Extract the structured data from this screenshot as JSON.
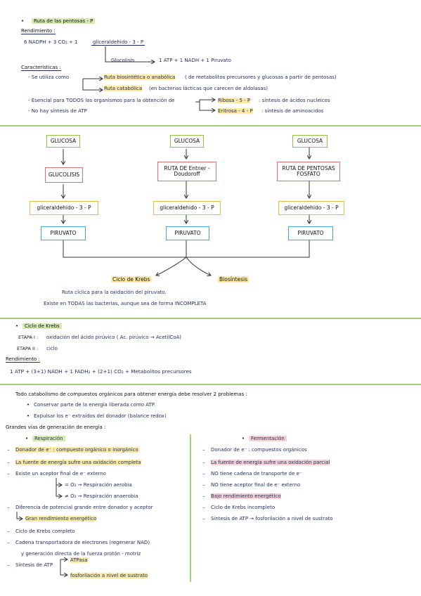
{
  "section1": {
    "title": "Ruta de las pentosas - P",
    "rendimiento_label": "Rendimiento :",
    "eq_left": "6 NADPH + 3 CO₂ + 1",
    "eq_box": "gliceraldehido - 3 - P",
    "glucolisis": "Glucolisis",
    "glucolisis_result": "1 ATP + 1 NADH + 1 Piruvato",
    "caracteristicas_label": "Características :",
    "se_utiliza": "- Se utiliza como",
    "ruta_bio_hl": "Ruta biosintética o anabólica",
    "ruta_bio_rest": "( de metabolitos precursores y glucosas a partir de pentosas)",
    "ruta_cat_hl": "Ruta catabólica",
    "ruta_cat_rest": "(en bacterias lácticas que carecen de aldolasas)",
    "esencial": "- Esencial para TODOS los organismos para la obtención de",
    "ribosa_hl": "Ribosa - 5 - P",
    "ribosa_rest": ": síntesis de ácidos nucleicos",
    "eritrosa_hl": "Eritrosa - 4 - P",
    "eritrosa_rest": ": síntesis de aminoacidos",
    "no_hay": "- No hay síntesis de ATP"
  },
  "diagram": {
    "columns": [
      {
        "start": "GLUCOSA",
        "route": "GLUCOLISIS",
        "mid": "gliceraldehido - 3 - P",
        "end": "PIRUVATO"
      },
      {
        "start": "GLUCOSA",
        "route": "RUTA DE Entner - Doudoroff",
        "mid": "gliceraldehido - 3 - P",
        "end": "PIRUVATO"
      },
      {
        "start": "GLUCOSA",
        "route": "RUTA DE PENTOSAS FOSFATO",
        "mid": "gliceraldehido - 3 - P",
        "end": "PIRUVATO"
      }
    ],
    "krebs": "Ciclo de Krebs",
    "biosintesis": "Biosíntesis",
    "note1": "Ruta cíclica para la oxidación del piruvato.",
    "note2": "Existe en TODAS las bacterias, aunque sea de forma INCOMPLETA"
  },
  "section2": {
    "title": "Ciclo de Krebs",
    "etapa1_label": "ETAPA I :",
    "etapa1_text": "oxidación del ácido pirúvico ( Ac. pirúvico → AcetilCoA)",
    "etapa2_label": "ETAPA II :",
    "etapa2_text": "ciclo",
    "rendimiento_label": "Rendimiento :",
    "rendimiento_eq": "1 ATP + (3+1) NADH + 1 FADH₂ + (2+1) CO₂ + Metabolitos precursores"
  },
  "section3": {
    "intro": "Todo catabolismo de compuestos orgánicos para obtener energía debe resolver 2 problemas :",
    "bullet1": "Conservar parte de la energía liberada como ATP.",
    "bullet2": "Expulsar los e⁻ extraídos del donador (balance redox)",
    "grandes": "Grandes vías de generación de energía :",
    "respiracion": {
      "title": "Respiración",
      "items": [
        "Donador de e⁻ : compuesto orgánico o inorgánico",
        "La fuente de energía sufre una oxidación completa",
        "Existe un aceptor final de e⁻ externo",
        "Diferencia de potencial grande entre donador y aceptor",
        "Ciclo de Krebs completo",
        "Cadena transportadora de electrones (regenerar NAD)",
        "Síntesis de ATP"
      ],
      "o2_eq": "= O₂ → Respiración aerobia",
      "o2_neq": "≠ O₂ → Respiración anaerobia",
      "gran_rend": "Gran rendimiento energético",
      "generacion": "y generación directa de la fuerza protón - motriz",
      "atpasa": "ATPasa",
      "fosforilacion": "fosforilación a nivel de sustrato"
    },
    "fermentacion": {
      "title": "Fermentación",
      "items": [
        "Donador de e⁻ : compuestos orgánicos",
        "La fuente de energía sufre una oxidación parcial",
        "NO tiene cadena de transporte de e⁻",
        "NO tiene aceptor final de e⁻ externo",
        "Bajo rendimiento energético",
        "Ciclo de Krebs incompleto",
        "Síntesis de ATP → fosforilación a nivel de sustrato"
      ]
    }
  }
}
